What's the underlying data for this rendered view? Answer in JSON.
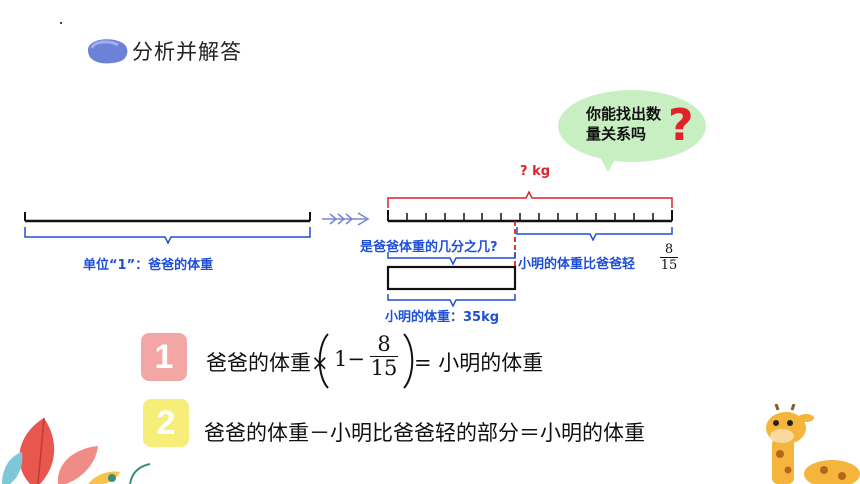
{
  "header": {
    "title": "分析并解答"
  },
  "bubble": {
    "text_line1": "你能找出数",
    "text_line2": "量关系吗",
    "mark": "?"
  },
  "diagram": {
    "unknown_label": "? kg",
    "dad_label": "单位“1”：爸爸的体重",
    "fraction_question": "是爸爸体重的几分之几?",
    "lighter_label": "小明的体重比爸爸轻",
    "lighter_num": "8",
    "lighter_den": "15",
    "ming_label": "小明的体重：35kg"
  },
  "equations": [
    {
      "badge": "1",
      "badge_color": "#f2a7a4",
      "left": "爸爸的体重×",
      "one": "1−",
      "num": "8",
      "den": "15",
      "right": "= 小明的体重"
    },
    {
      "badge": "2",
      "badge_color": "#f7ee7a",
      "text": "爸爸的体重－小明比爸爸轻的部分＝小明的体重"
    }
  ],
  "colors": {
    "blue": "#1f4fd6",
    "red": "#e0202b",
    "bubble": "#c8efc2",
    "header_blob": "#6b82d8"
  }
}
